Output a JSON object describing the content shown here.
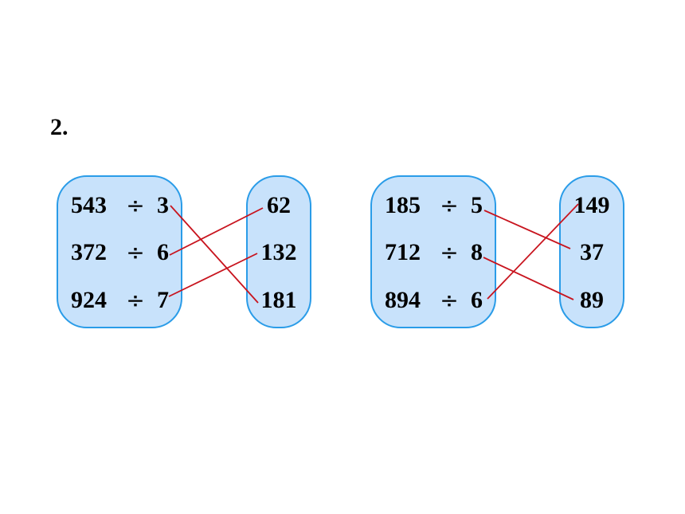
{
  "problem": {
    "number": "2."
  },
  "left_group": {
    "expressions": [
      {
        "dividend": "543",
        "operator": "÷",
        "divisor": "3"
      },
      {
        "dividend": "372",
        "operator": "÷",
        "divisor": "6"
      },
      {
        "dividend": "924",
        "operator": "÷",
        "divisor": "7"
      }
    ],
    "results": [
      "62",
      "132",
      "181"
    ],
    "matches": [
      {
        "expression": "543 ÷ 3",
        "result": "181"
      },
      {
        "expression": "372 ÷ 6",
        "result": "62"
      },
      {
        "expression": "924 ÷ 7",
        "result": "132"
      }
    ]
  },
  "right_group": {
    "expressions": [
      {
        "dividend": "185",
        "operator": "÷",
        "divisor": "5"
      },
      {
        "dividend": "712",
        "operator": "÷",
        "divisor": "8"
      },
      {
        "dividend": "894",
        "operator": "÷",
        "divisor": "6"
      }
    ],
    "results": [
      "149",
      "37",
      "89"
    ],
    "matches": [
      {
        "expression": "185 ÷ 5",
        "result": "37"
      },
      {
        "expression": "712 ÷ 8",
        "result": "89"
      },
      {
        "expression": "894 ÷ 6",
        "result": "149"
      }
    ]
  },
  "colors": {
    "box_fill": "#c8e2fb",
    "box_border": "#2a9ce8",
    "connector_line": "#c8141e"
  }
}
